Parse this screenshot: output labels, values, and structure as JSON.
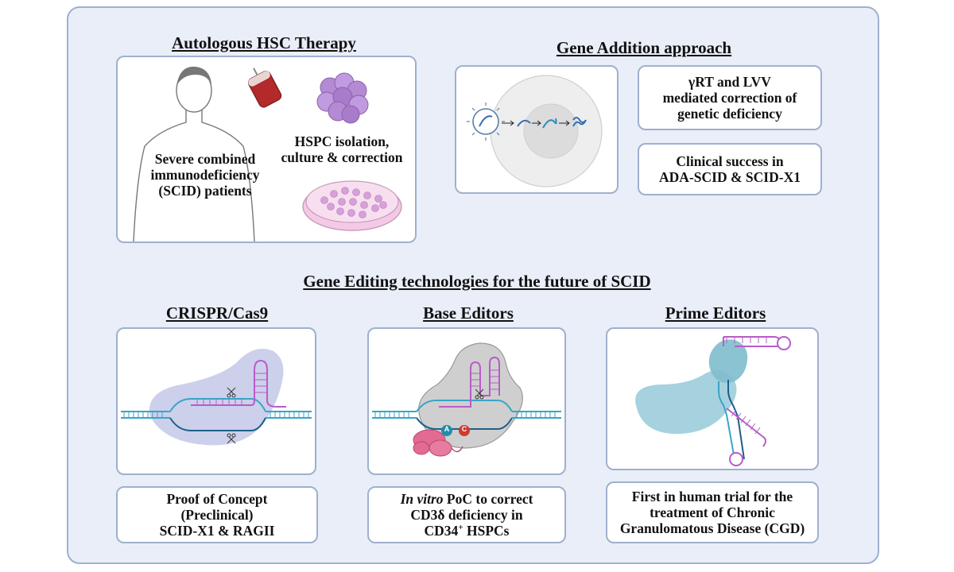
{
  "titles": {
    "hsc": "Autologous HSC Therapy",
    "gene_addition": "Gene Addition approach",
    "gene_editing": "Gene Editing technologies for the future of SCID",
    "crispr": "CRISPR/Cas9",
    "base": "Base Editors",
    "prime": "Prime Editors"
  },
  "hsc": {
    "patients_1": "Severe combined",
    "patients_2": "immunodeficiency",
    "patients_3": "(SCID) patients",
    "hspc_1": "HSPC isolation,",
    "hspc_2": "culture & correction"
  },
  "gene_addition": {
    "box1_line1": "γRT and LVV",
    "box1_line2": "mediated correction of",
    "box1_line3": "genetic deficiency",
    "box2_line1": "Clinical success in",
    "box2_line2": "ADA-SCID & SCID-X1"
  },
  "crispr": {
    "cap_line1": "Proof of Concept",
    "cap_line2": "(Preclinical)",
    "cap_line3": "SCID-X1 & RAGII"
  },
  "base": {
    "cap_italic": "In vitro",
    "cap_line1_rest": " PoC to correct",
    "cap_line2": "CD3δ deficiency in",
    "cap_line3_a": "CD34",
    "cap_line3_sup": "+",
    "cap_line3_b": " HSPCs",
    "nuc_a": "A",
    "nuc_c": "C"
  },
  "prime": {
    "cap_line1": "First in human trial for the",
    "cap_line2": "treatment of Chronic",
    "cap_line3": "Granulomatous Disease (CGD)"
  },
  "colors": {
    "panel_bg": "#e9eef8",
    "border": "#9fb0cf",
    "dna": "#3aa4c8",
    "rna": "#b85cc8",
    "cas9": "#c7cbe9",
    "editor_grey": "#cfcfcf",
    "prime_teal": "#8fc7d6",
    "deaminase": "#e36b93",
    "nuc_a": "#1f8ea8",
    "nuc_c": "#cc3b2e"
  }
}
